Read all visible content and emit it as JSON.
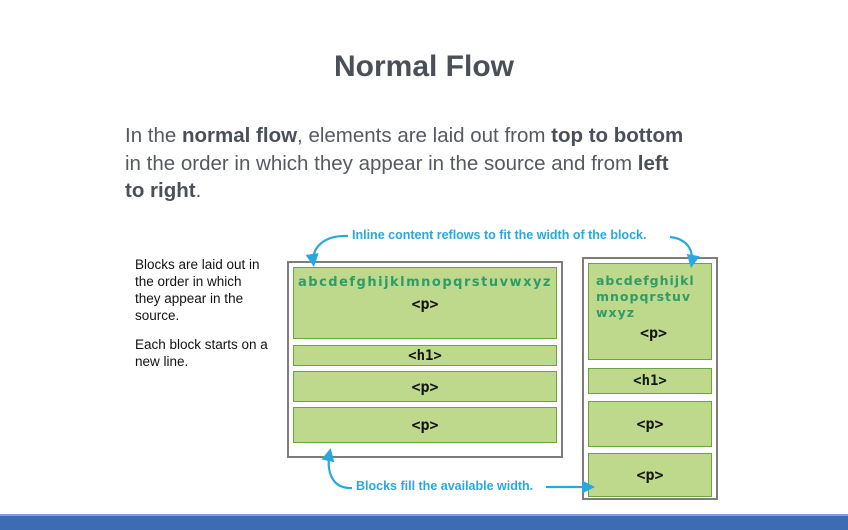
{
  "slide": {
    "title": "Normal Flow",
    "paragraph_lines": [
      [
        {
          "t": "In the ",
          "b": false
        },
        {
          "t": "normal flow",
          "b": true
        },
        {
          "t": ", elements are laid out from ",
          "b": false
        },
        {
          "t": "top to bottom",
          "b": true
        }
      ],
      [
        {
          "t": "in the order in which they appear in the source and from ",
          "b": false
        },
        {
          "t": "left",
          "b": true
        }
      ],
      [
        {
          "t": "to right",
          "b": true
        },
        {
          "t": ".",
          "b": false
        }
      ]
    ]
  },
  "diagram": {
    "caption_blocks_order": "Blocks are laid out in\nthe order in which\nthey appear in the\nsource.",
    "caption_new_line": "Each block starts on a\nnew line.",
    "annotation_top": "Inline content reflows to fit the width of the block.",
    "annotation_bottom": "Blocks fill the available width.",
    "left_box": {
      "alphabet": "abcdefghijklmnopqrstuvwxyz",
      "block1_label": "<p>",
      "block2_label": "<h1>",
      "block3_label": "<p>",
      "block4_label": "<p>"
    },
    "right_box": {
      "alphabet": "abcdefghijkl\nmnopqrstuv\nwxyz",
      "block1_label": "<p>",
      "block2_label": "<h1>",
      "block3_label": "<p>",
      "block4_label": "<p>"
    },
    "colors": {
      "annotation_cyan": "#29a8e0",
      "block_fill_green": "#bed98c",
      "block_border_green": "#68a73e",
      "alphabet_teal": "#2e9c68",
      "outer_box_border_gray": "#7d7d7d",
      "text_dark_gray": "#4a4f58"
    }
  },
  "footer": {
    "bar_color": "#3c6cb4",
    "bar_highlight": "#7ea3d7"
  }
}
